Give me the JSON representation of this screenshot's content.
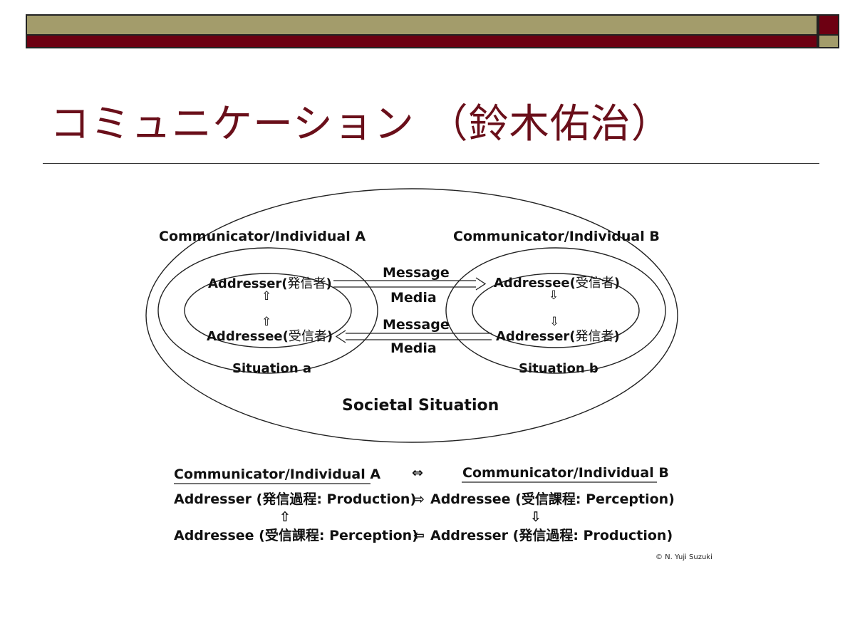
{
  "slide": {
    "title": "コミュニケーション （鈴木佑治）"
  },
  "diagram": {
    "individual_a_label": "Communicator/Individual A",
    "individual_b_label": "Communicator/Individual B",
    "addresser_a_latin": "Addresser(",
    "addresser_a_jp": "発信者",
    "addresser_a_close": ")",
    "addressee_a_latin": "Addressee(",
    "addressee_a_jp": "受信者",
    "addressee_a_close": ")",
    "addressee_b_latin": "Addressee(",
    "addressee_b_jp": "受信者",
    "addressee_b_close": ")",
    "addresser_b_latin": "Addresser(",
    "addresser_b_jp": "発信者",
    "addresser_b_close": ")",
    "message_top": "Message",
    "media_top": "Media",
    "message_bottom": "Message",
    "media_bottom": "Media",
    "situation_a": "Situation a",
    "situation_b": "Situation b",
    "societal_situation": "Societal Situation",
    "arrow_up": "⇧",
    "arrow_down": "⇩"
  },
  "table": {
    "left_header": "Communicator/Individual A",
    "middle_header": "⇔",
    "right_header": "Communicator/Individual B",
    "row1_left": "Addresser (発信過程: Production)",
    "row1_arrow": "⇨",
    "row1_right": "Addressee (受信課程: Perception)",
    "row2_left_arrow": "⇧",
    "row2_right_arrow": "⇩",
    "row3_left": "Addressee (受信課程: Perception)",
    "row3_arrow": "⇦",
    "row3_right": "Addresser (発信過程: Production)"
  },
  "credit": "© N. Yuji Suzuki",
  "colors": {
    "maroon": "#6d0012",
    "olive": "#a39c6b",
    "title": "#6a0f1a"
  }
}
